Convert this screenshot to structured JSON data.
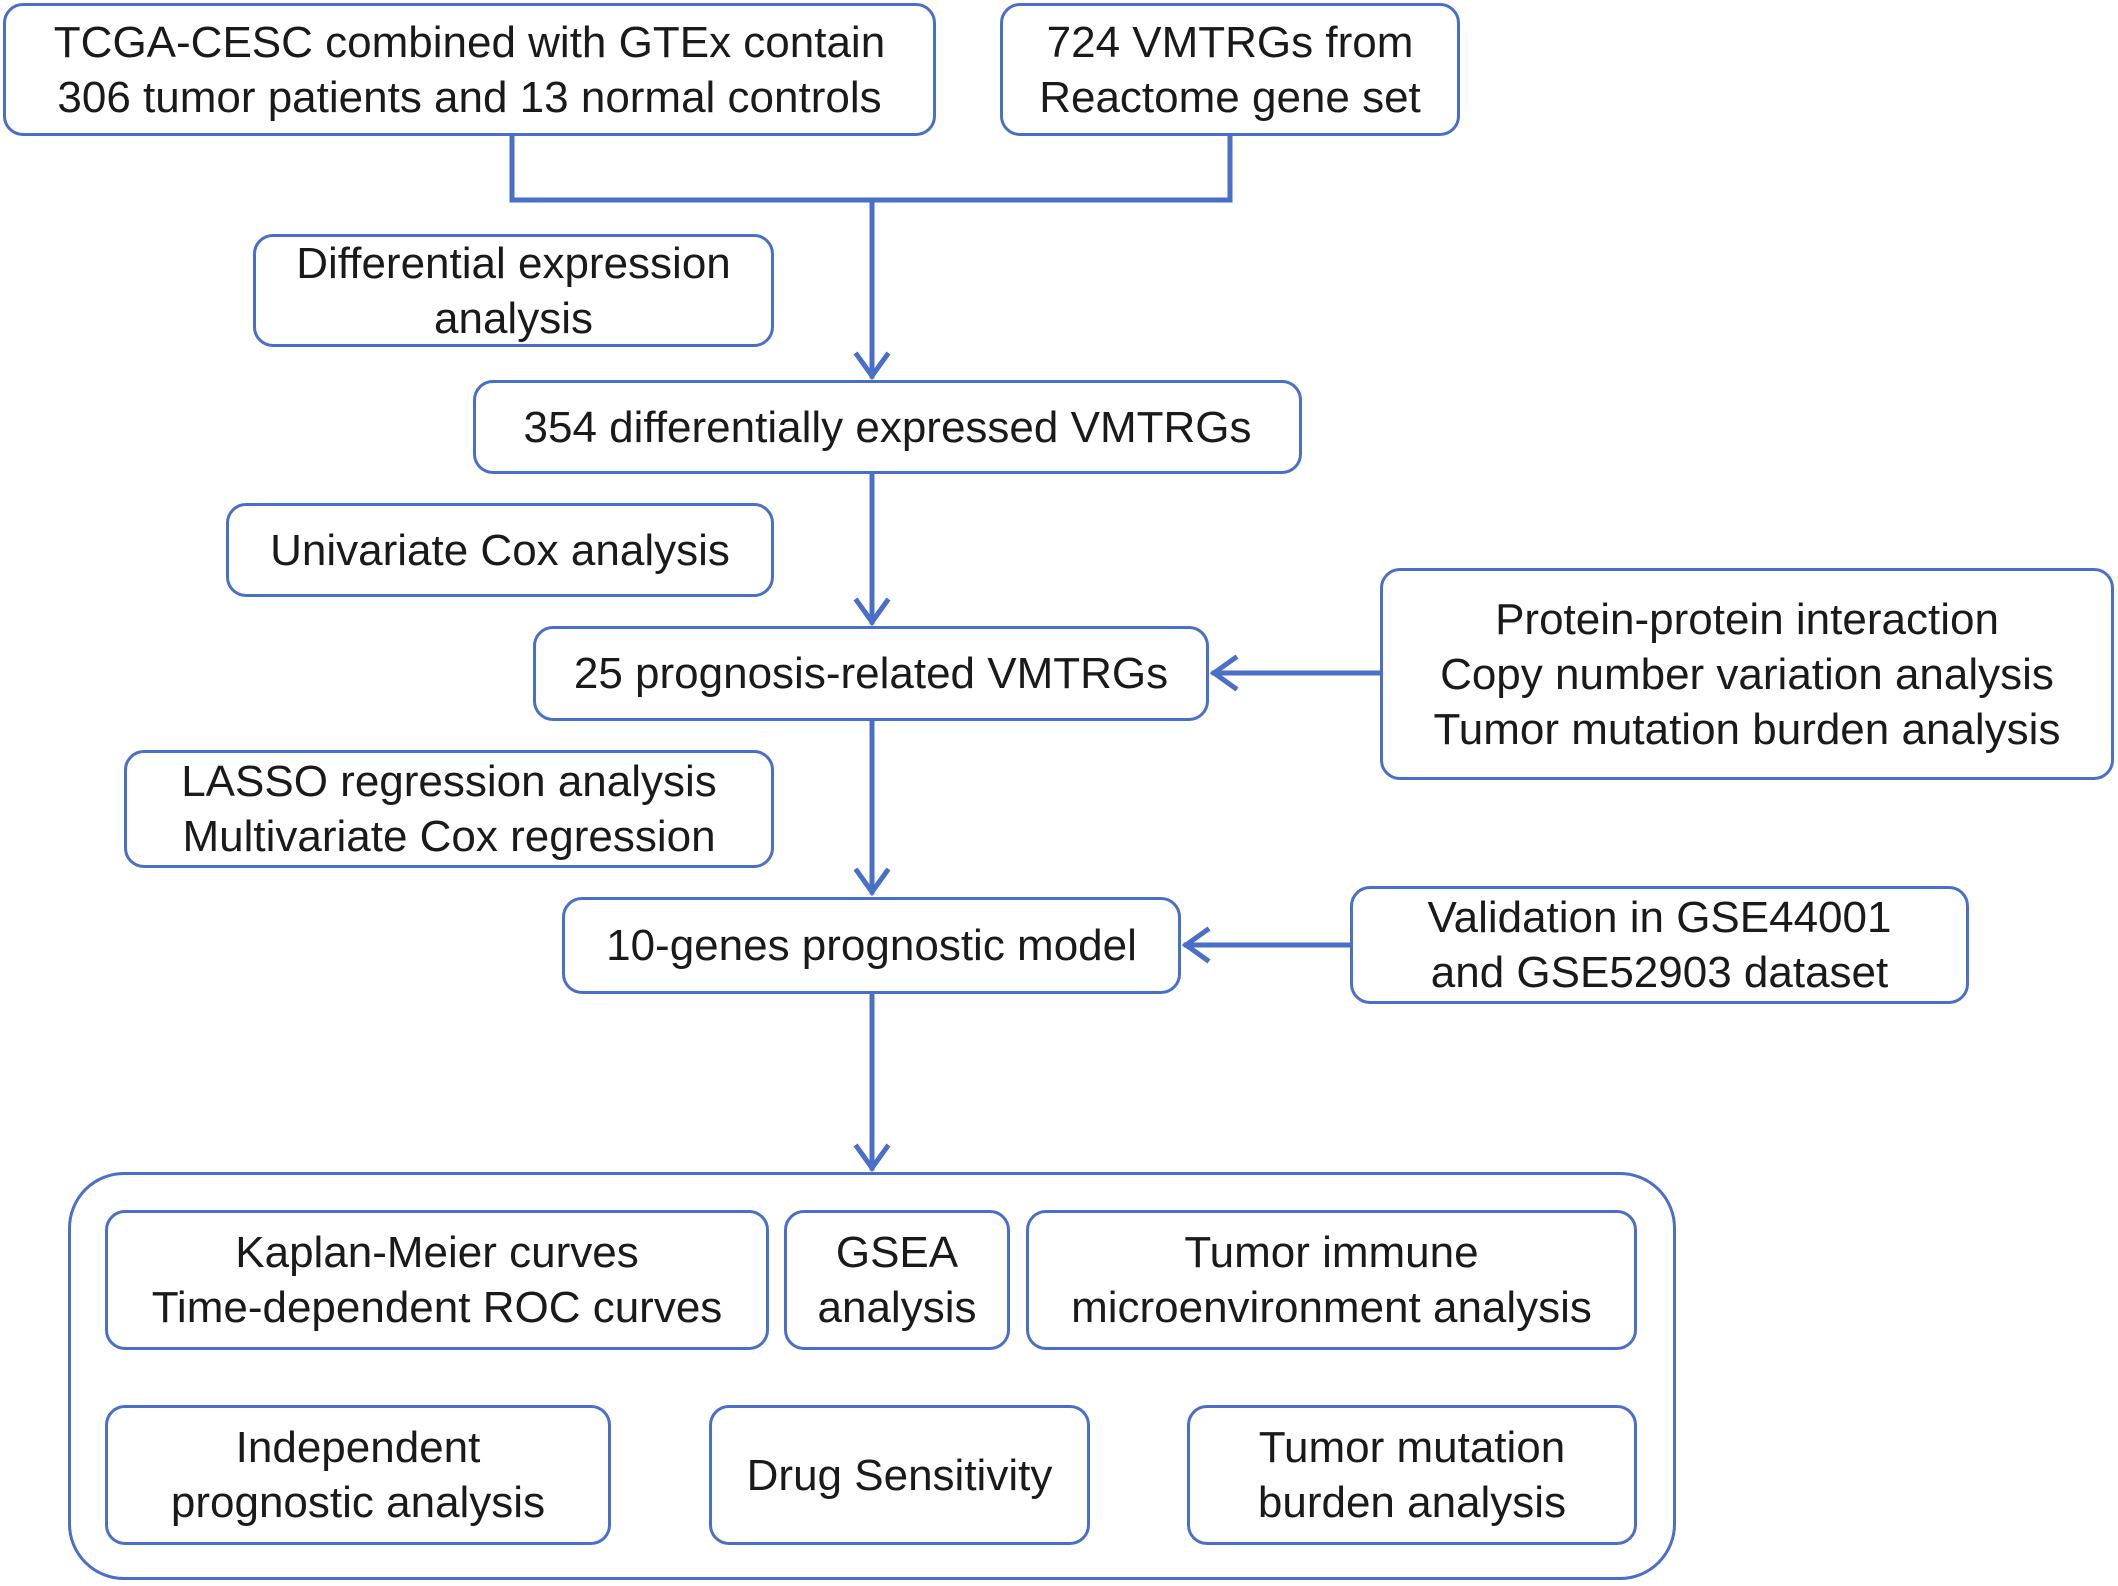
{
  "colors": {
    "accent": "#4a6fc9",
    "text": "#1a1a1a",
    "background": "#ffffff"
  },
  "nodes": {
    "tcga": {
      "lines": [
        "TCGA-CESC combined with GTEx contain",
        "306 tumor patients and 13 normal controls"
      ]
    },
    "reactome": {
      "lines": [
        "724 VMTRGs from",
        "Reactome gene set"
      ]
    },
    "diff_expr_analysis": {
      "lines": [
        "Differential expression",
        "analysis"
      ]
    },
    "diff_vmtrgs": {
      "lines": [
        "354 differentially expressed VMTRGs"
      ]
    },
    "univariate_cox": {
      "lines": [
        "Univariate Cox analysis"
      ]
    },
    "prognosis_vmtrgs": {
      "lines": [
        "25 prognosis-related VMTRGs"
      ]
    },
    "ppi_cnv_tmb": {
      "lines": [
        "Protein-protein interaction",
        "Copy number variation analysis",
        "Tumor mutation burden analysis"
      ]
    },
    "lasso_cox": {
      "lines": [
        "LASSO regression analysis",
        "Multivariate Cox regression"
      ]
    },
    "prognostic_model": {
      "lines": [
        "10-genes prognostic model"
      ]
    },
    "validation": {
      "lines": [
        "Validation in GSE44001",
        "and GSE52903 dataset"
      ]
    },
    "km_roc": {
      "lines": [
        "Kaplan-Meier curves",
        "Time-dependent ROC curves"
      ]
    },
    "gsea": {
      "lines": [
        "GSEA",
        "analysis"
      ]
    },
    "tme": {
      "lines": [
        "Tumor immune",
        "microenvironment analysis"
      ]
    },
    "independent": {
      "lines": [
        "Independent",
        "prognostic analysis"
      ]
    },
    "drug": {
      "lines": [
        "Drug Sensitivity"
      ]
    },
    "tmb_bottom": {
      "lines": [
        "Tumor mutation",
        "burden analysis"
      ]
    }
  },
  "edges": [
    {
      "from": "tcga+reactome",
      "to": "diff_vmtrgs"
    },
    {
      "from": "diff_vmtrgs",
      "to": "prognosis_vmtrgs"
    },
    {
      "from": "ppi_cnv_tmb",
      "to": "prognosis_vmtrgs"
    },
    {
      "from": "prognosis_vmtrgs",
      "to": "prognostic_model"
    },
    {
      "from": "validation",
      "to": "prognostic_model"
    },
    {
      "from": "prognostic_model",
      "to": "downstream_analyses"
    }
  ]
}
